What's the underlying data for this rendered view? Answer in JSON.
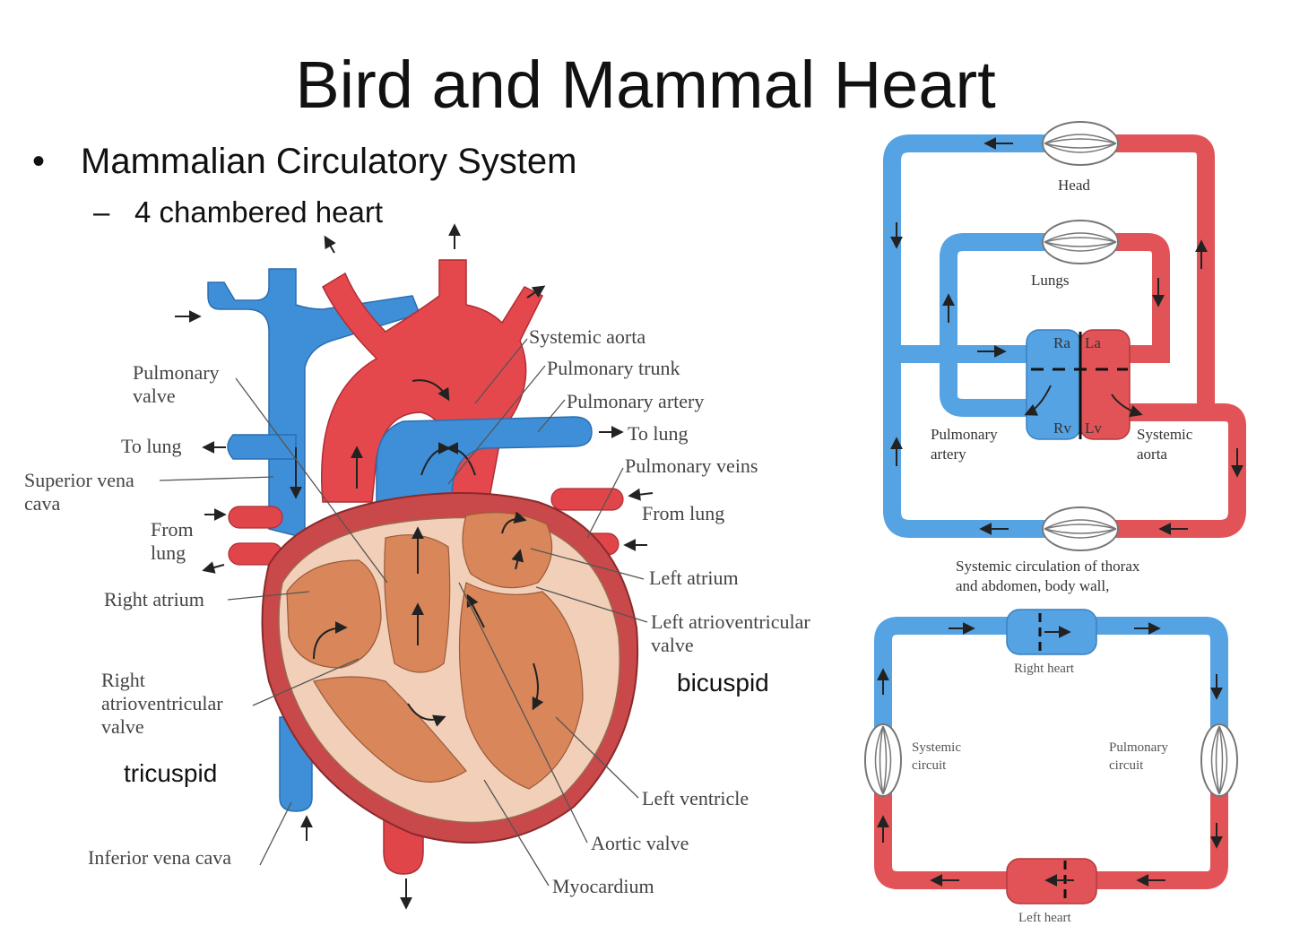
{
  "title": "Bird and Mammal Heart",
  "bullet": "Mammalian Circulatory System",
  "subbullet": "4 chambered heart",
  "bullet_marker": "•",
  "subbullet_marker": "–",
  "colors": {
    "oxygen_poor_blue": "#4f9fe0",
    "oxygen_rich_red": "#e0454a",
    "heart_tissue": "#d9875a"
  },
  "heart_labels": {
    "pulmonary_valve": [
      "Pulmonary",
      "valve"
    ],
    "to_lung_left": "To lung",
    "superior_vena_cava": [
      "Superior vena",
      "cava"
    ],
    "from_lung_left": [
      "From",
      "lung"
    ],
    "right_atrium": "Right atrium",
    "right_av_valve": [
      "Right",
      "atrioventricular",
      "valve"
    ],
    "tricuspid": "tricuspid",
    "inferior_vena_cava": "Inferior vena cava",
    "systemic_aorta": "Systemic aorta",
    "pulmonary_trunk": "Pulmonary trunk",
    "pulmonary_artery": "Pulmonary artery",
    "to_lung_right": "To lung",
    "pulmonary_veins": "Pulmonary veins",
    "from_lung_right": "From lung",
    "left_atrium": "Left atrium",
    "left_av_valve": [
      "Left atrioventricular",
      "valve"
    ],
    "bicuspid": "bicuspid",
    "left_ventricle": "Left ventricle",
    "aortic_valve": "Aortic valve",
    "myocardium": "Myocardium"
  },
  "circulation_labels": {
    "head": "Head",
    "lungs": "Lungs",
    "ra": "Ra",
    "la": "La",
    "rv": "Rv",
    "lv": "Lv",
    "pulmonary_artery": [
      "Pulmonary",
      "artery"
    ],
    "systemic_aorta": [
      "Systemic",
      "aorta"
    ],
    "systemic_caption": [
      "Systemic circulation of thorax",
      "and abdomen, body wall,"
    ]
  },
  "circuit_labels": {
    "right_heart": "Right heart",
    "left_heart": "Left heart",
    "systemic_circuit": [
      "Systemic",
      "circuit"
    ],
    "pulmonary_circuit": [
      "Pulmonary",
      "circuit"
    ]
  }
}
